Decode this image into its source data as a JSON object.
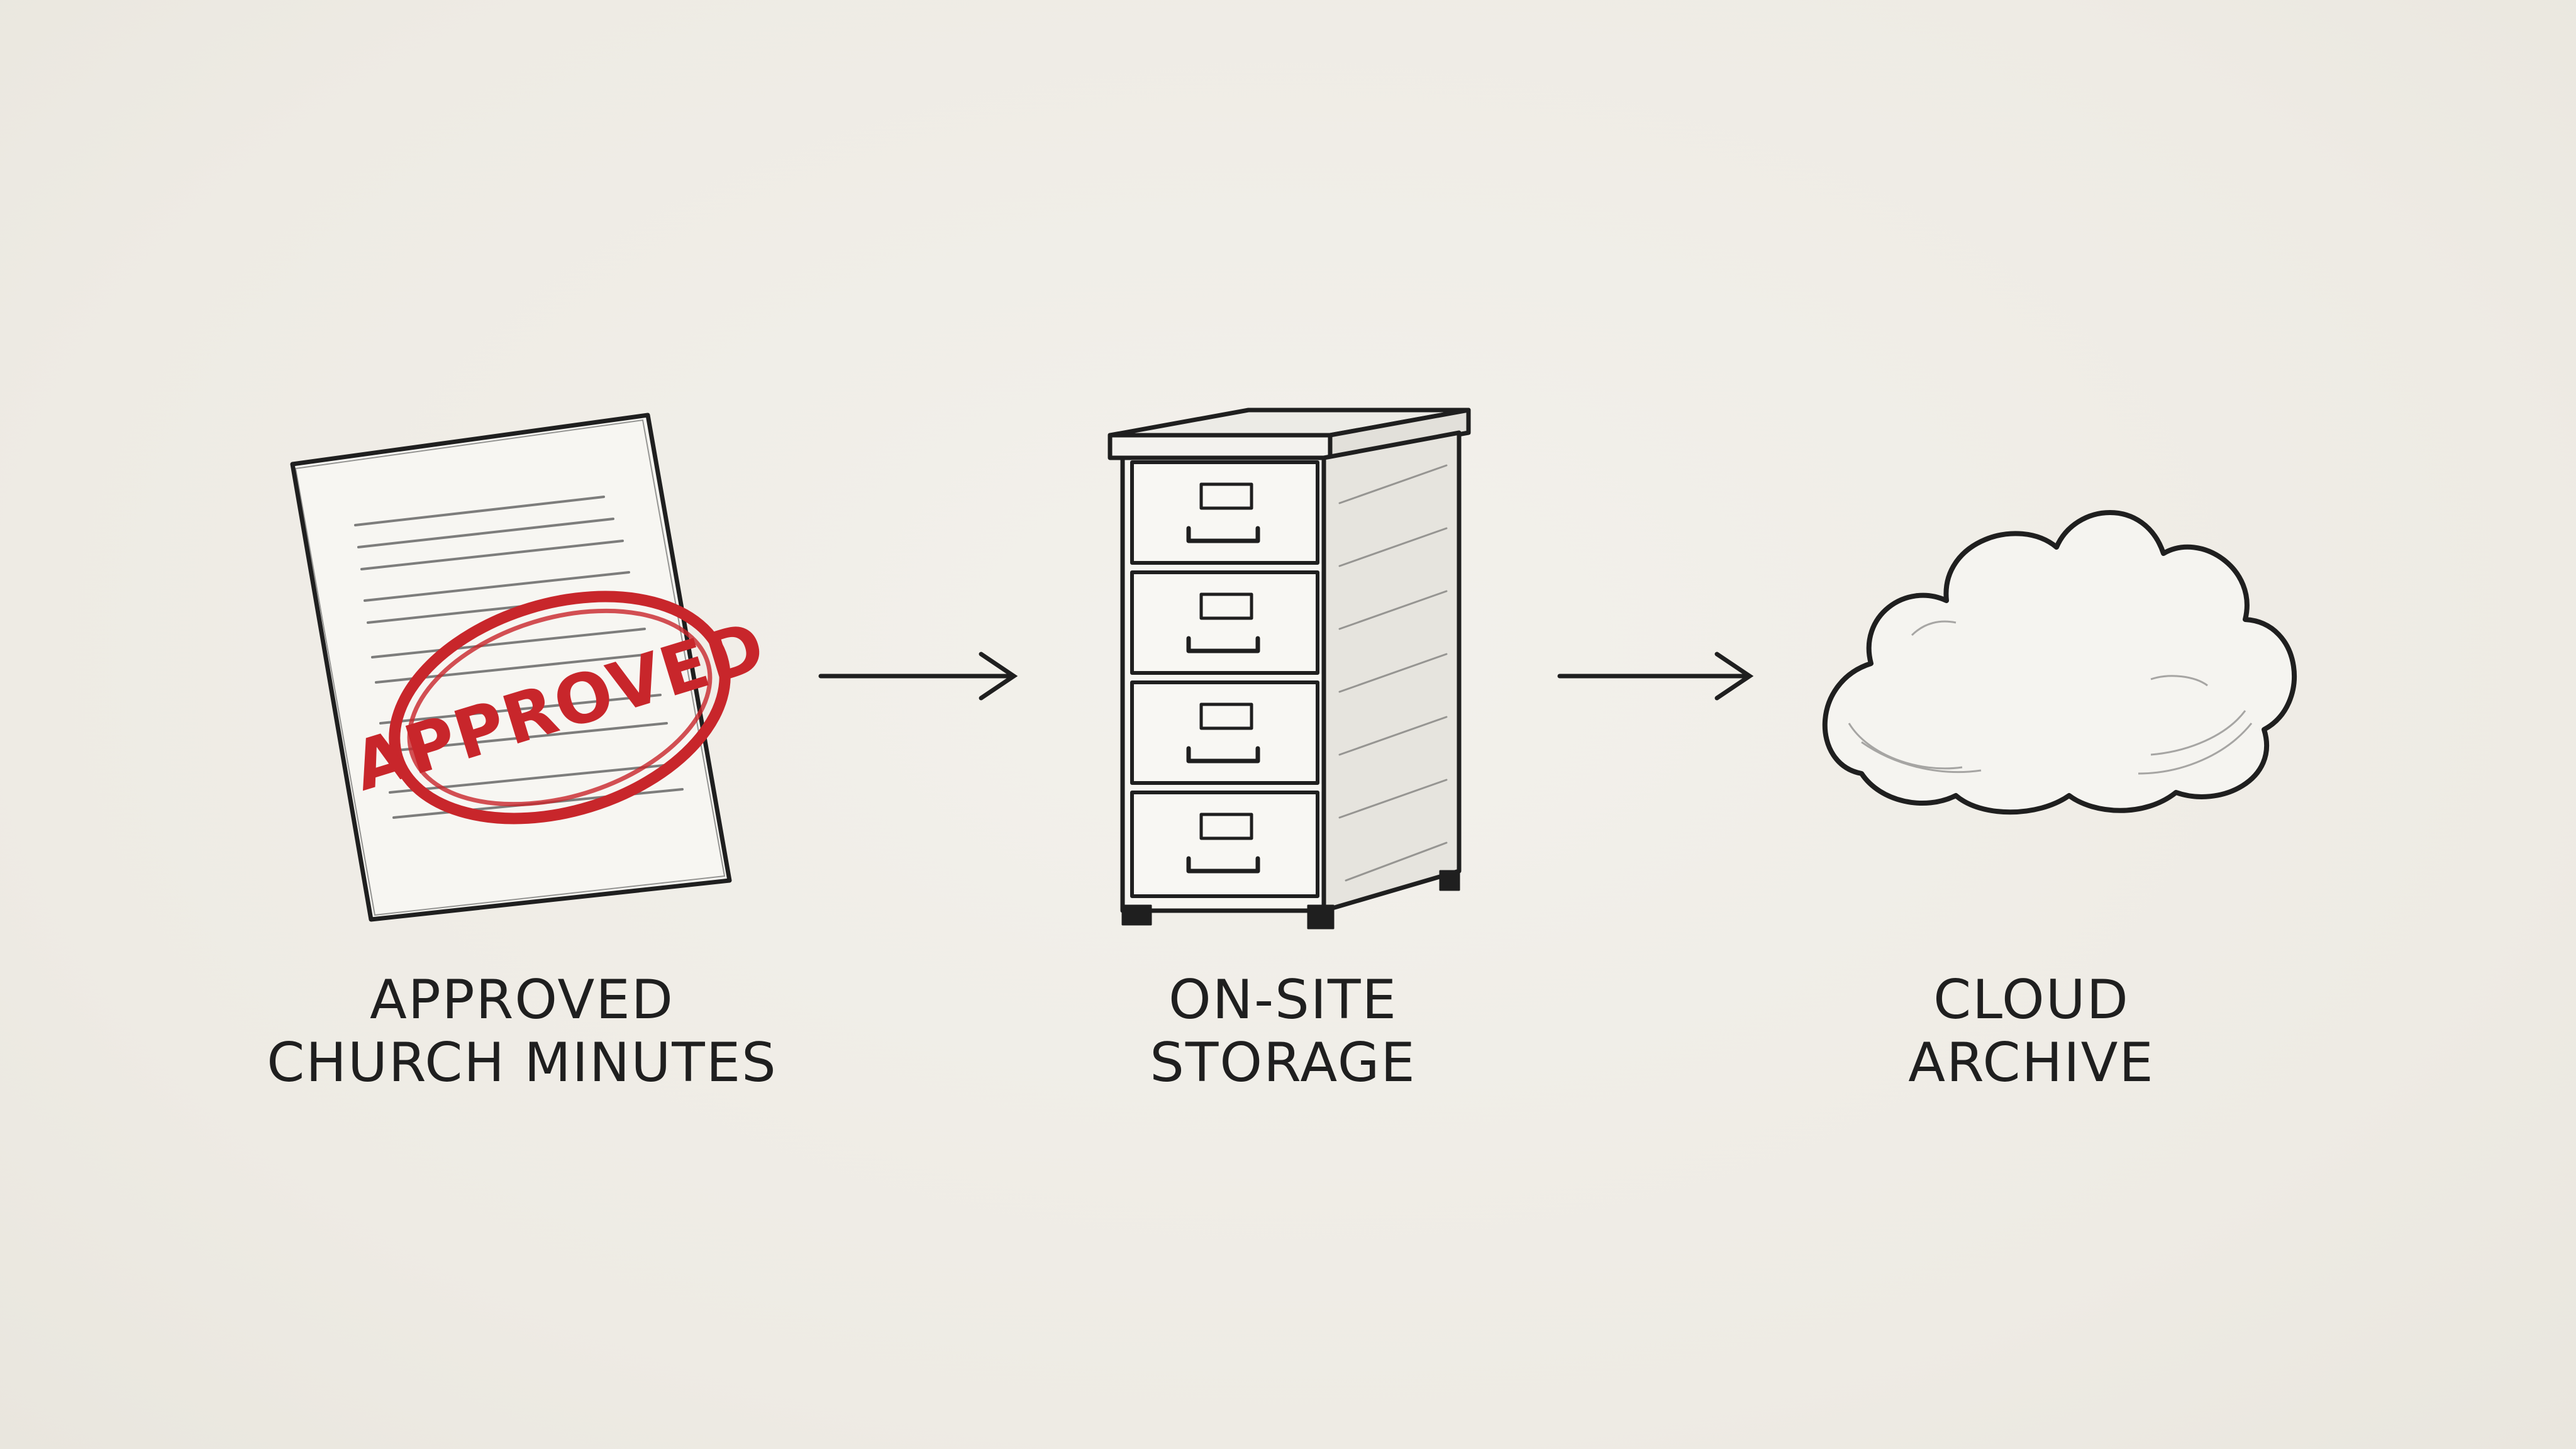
{
  "diagram": {
    "nodes": [
      {
        "id": "minutes",
        "line1": "APPROVED",
        "line2": "CHURCH MINUTES",
        "icon": "stamped-document-icon"
      },
      {
        "id": "storage",
        "line1": "ON-SITE",
        "line2": "STORAGE",
        "icon": "filing-cabinet-icon"
      },
      {
        "id": "cloud",
        "line1": "CLOUD",
        "line2": "ARCHIVE",
        "icon": "cloud-icon"
      }
    ],
    "edges": [
      {
        "from": "minutes",
        "to": "storage"
      },
      {
        "from": "storage",
        "to": "cloud"
      }
    ],
    "stamp_text": "APPROVED"
  },
  "colors": {
    "ink": "#1f1f1f",
    "stamp": "#c8262b",
    "paper": "#f0eee8"
  }
}
